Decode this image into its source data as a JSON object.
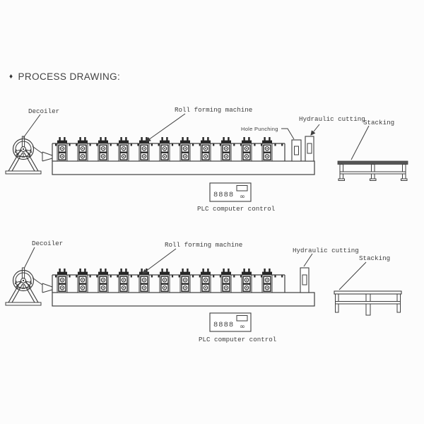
{
  "colors": {
    "background": "#fcfcfc",
    "ink": "#3e3e3e",
    "dark": "#262626"
  },
  "title": {
    "bullet": "♦",
    "text": "PROCESS DRAWING:"
  },
  "top_line": {
    "decoiler_label": "Decoiler",
    "machine_label": "Roll forming machine",
    "hole_punching_label": "Hole Punching",
    "cutting_label": "Hydraulic cutting",
    "stacking_label": "Stacking",
    "plc_label": "PLC computer control",
    "plc_display": "8888",
    "plc_indicator": "∞",
    "station_count": 11
  },
  "bottom_line": {
    "decoiler_label": "Decoiler",
    "machine_label": "Roll forming machine",
    "cutting_label": "Hydraulic cutting",
    "stacking_label": "Stacking",
    "plc_label": "PLC computer control",
    "plc_display": "8888",
    "plc_indicator": "∞",
    "station_count": 11
  }
}
